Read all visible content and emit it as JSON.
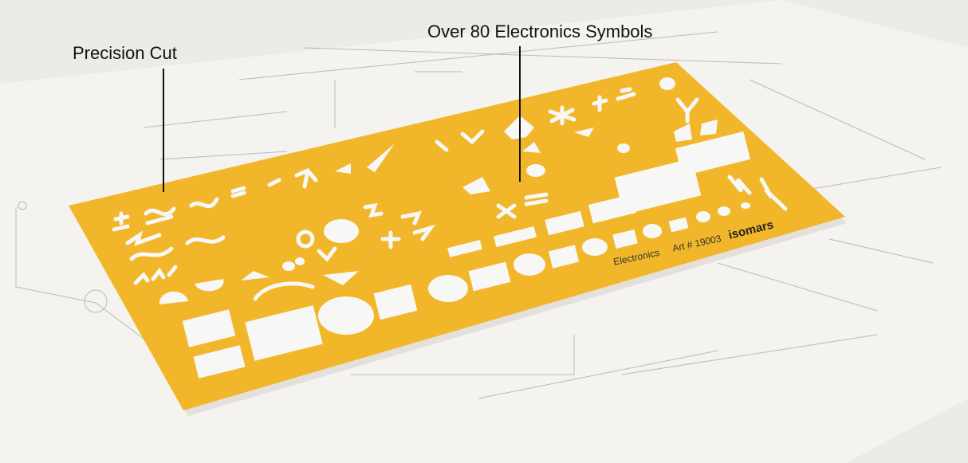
{
  "callouts": {
    "left": "Precision Cut",
    "right": "Over 80 Electronics Symbols"
  },
  "stencil": {
    "name_label": "Electronics",
    "article_label": "Art # 19003",
    "brand_logo": "isomars",
    "color": "#f2b62a"
  },
  "colors": {
    "paper": "#f4f3f0",
    "background": "#e6e5e2",
    "cutout": "#f7f7f5"
  }
}
